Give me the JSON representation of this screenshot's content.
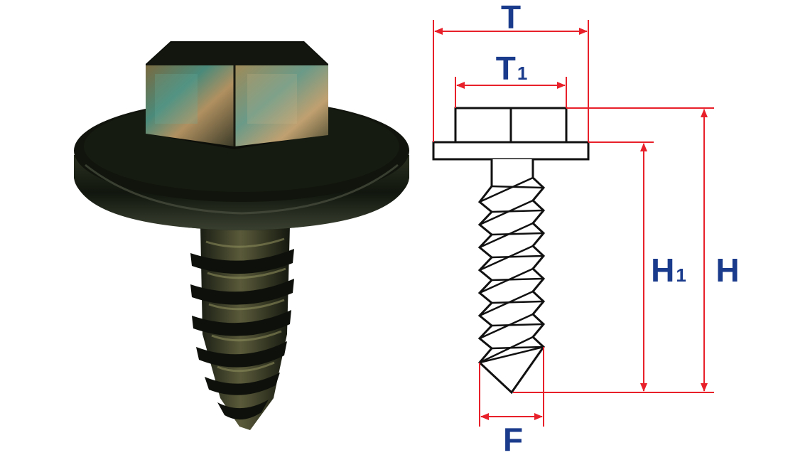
{
  "labels": {
    "total_width": "T",
    "head_width": "T",
    "head_width_sub": "1",
    "thread_length": "H",
    "thread_length_sub": "1",
    "total_height": "H",
    "thread_diameter": "F"
  },
  "colors": {
    "dimension_line": "#e8202a",
    "label": "#1a3a8c",
    "outline": "#111111",
    "fastener_body": "#1c2218"
  },
  "icons": {
    "photo": "screw-photo-icon",
    "drawing": "screw-drawing-icon"
  }
}
